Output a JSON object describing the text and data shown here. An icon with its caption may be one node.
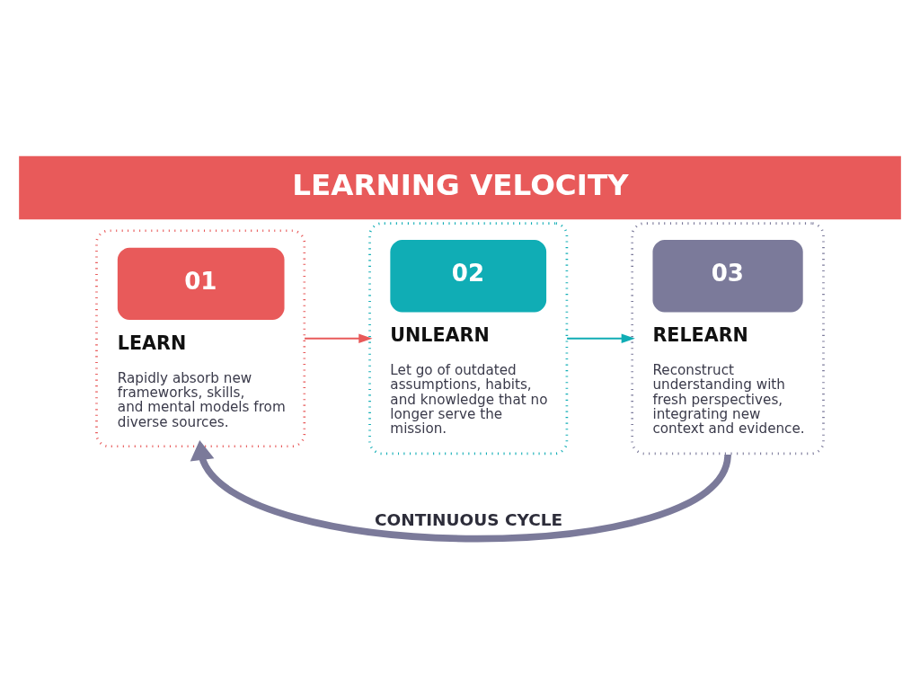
{
  "diagram": {
    "title": "LEARNING VELOCITY",
    "nodes": [
      {
        "text": [
          "01",
          "LEARN",
          "Rapidly absorb new frameworks, skills, and mental models from diverse sources."
        ]
      },
      {
        "text": [
          "02",
          "UNLEARN",
          "Let go of outdated assumptions, habits, and knowledge that no longer serve the mission."
        ]
      },
      {
        "text": [
          "03",
          "RELEARN",
          "Reconstruct understanding with fresh perspectives, integrating new context and evidence."
        ]
      }
    ],
    "edges": [
      {
        "from": 0,
        "to": 1,
        "arrow": "to",
        "color": "#e85a5a"
      },
      {
        "from": 1,
        "to": 2,
        "arrow": "to",
        "color": "#10adb5"
      },
      {
        "from": 2,
        "to": 0,
        "arrow": "to",
        "label": "CONTINUOUS CYCLE",
        "style": "thick",
        "color": "#7b7a9a"
      }
    ]
  }
}
